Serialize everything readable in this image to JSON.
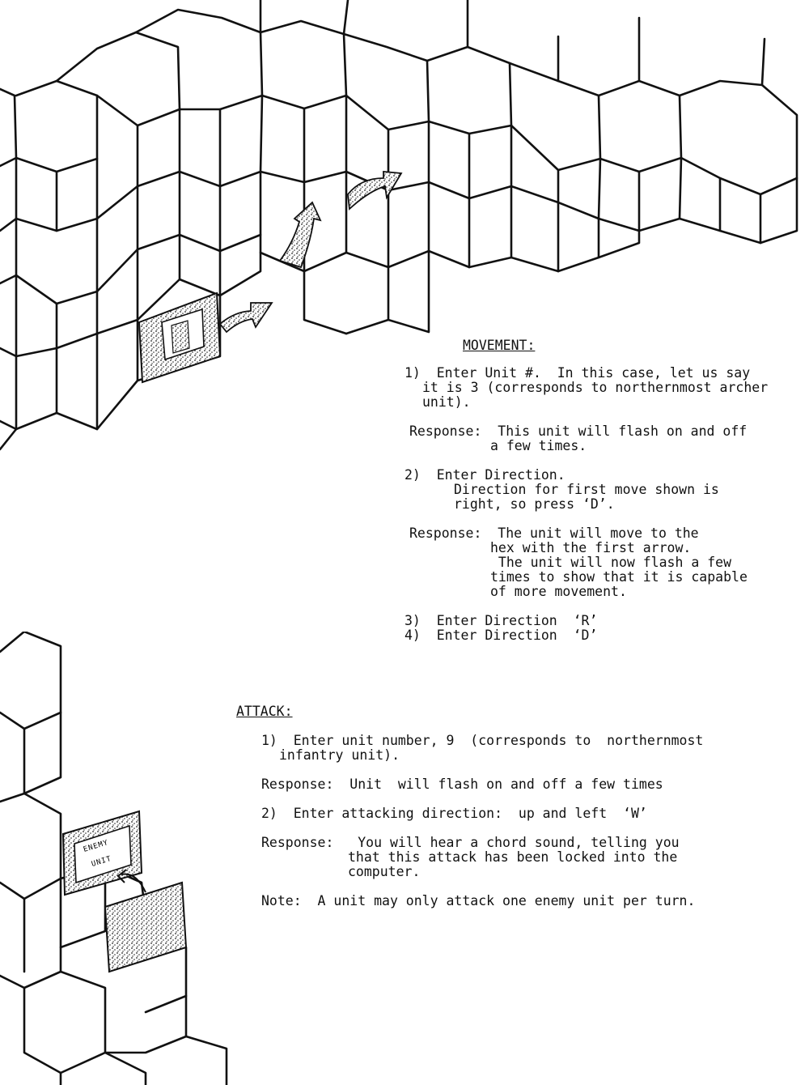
{
  "movement": {
    "heading": "MOVEMENT:",
    "step1_line1": "1)  Enter Unit #.  In this case, let us say",
    "step1_line2": "it is 3 (corresponds to northernmost archer",
    "step1_line3": "unit).",
    "resp1_line1": "Response:  This unit will flash on and off",
    "resp1_line2": "a few times.",
    "step2_line1": "2)  Enter Direction.",
    "step2_line2": "Direction for first move shown is",
    "step2_line3": "right, so press ‘D’.",
    "resp2_line1": "Response:  The unit will move to the",
    "resp2_line2": "hex with the first arrow.",
    "resp2_line3": " The unit will now flash a few",
    "resp2_line4": "times to show that it is capable",
    "resp2_line5": "of more movement.",
    "step3": "3)  Enter Direction  ‘R’",
    "step4": "4)  Enter Direction  ‘D’"
  },
  "attack": {
    "heading": "ATTACK:",
    "step1_line1": "1)  Enter unit number, 9  (corresponds to  northernmost",
    "step1_line2": "infantry unit).",
    "resp1": "Response:  Unit  will flash on and off a few times",
    "step2": "2)  Enter attacking direction:  up and left  ‘W’",
    "resp2_line1": "Response:   You will hear a chord sound, telling you",
    "resp2_line2": "that this attack has been locked into the",
    "resp2_line3": "computer.",
    "note": "Note:  A unit may only attack one enemy unit per turn."
  },
  "diagram": {
    "enemy_label_line1": "ENEMY",
    "enemy_label_line2": "UNIT",
    "ink_color": "#111111"
  }
}
